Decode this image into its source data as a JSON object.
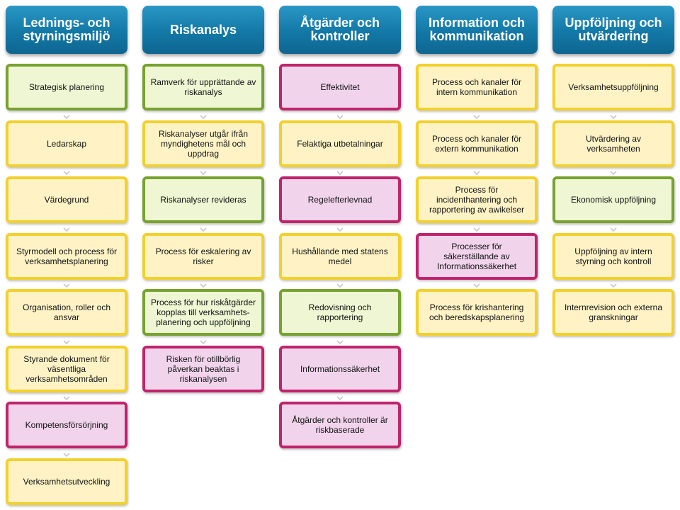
{
  "columns": [
    {
      "title": "Lednings- och styrningsmiljö",
      "items": [
        {
          "label": "Strategisk planering",
          "type": "green"
        },
        {
          "label": "Ledarskap",
          "type": "yellow"
        },
        {
          "label": "Värdegrund",
          "type": "yellow"
        },
        {
          "label": "Styrmodell och process för verksamhetsplanering",
          "type": "yellow"
        },
        {
          "label": "Organisation, roller och ansvar",
          "type": "yellow"
        },
        {
          "label": "Styrande dokument för väsentliga verksamhetsområden",
          "type": "yellow"
        },
        {
          "label": "Kompetensförsörjning",
          "type": "pink"
        },
        {
          "label": "Verksamhetsutveckling",
          "type": "yellow"
        }
      ]
    },
    {
      "title": "Riskanalys",
      "items": [
        {
          "label": "Ramverk för upprättande av riskanalys",
          "type": "green"
        },
        {
          "label": "Riskanalyser utgår ifrån myndighetens mål och uppdrag",
          "type": "yellow"
        },
        {
          "label": "Riskanalyser revideras",
          "type": "green"
        },
        {
          "label": "Process för eskalering av risker",
          "type": "yellow"
        },
        {
          "label": "Process för hur riskåtgärder kopplas till verksamhets-planering och uppföljning",
          "type": "green"
        },
        {
          "label": "Risken för otillbörlig påverkan beaktas i riskanalysen",
          "type": "pink"
        }
      ]
    },
    {
      "title": "Åtgärder och kontroller",
      "items": [
        {
          "label": "Effektivitet",
          "type": "pink"
        },
        {
          "label": "Felaktiga utbetalningar",
          "type": "yellow"
        },
        {
          "label": "Regelefterlevnad",
          "type": "pink"
        },
        {
          "label": "Hushållande med statens medel",
          "type": "yellow"
        },
        {
          "label": "Redovisning och rapportering",
          "type": "green"
        },
        {
          "label": "Informationssäkerhet",
          "type": "pink"
        },
        {
          "label": "Åtgärder och kontroller är riskbaserade",
          "type": "pink"
        }
      ]
    },
    {
      "title": "Information och kommunikation",
      "items": [
        {
          "label": "Process och kanaler för intern kommunikation",
          "type": "yellow"
        },
        {
          "label": "Process och kanaler för extern kommunikation",
          "type": "yellow"
        },
        {
          "label": "Process för incidenthantering och rapportering av awikelser",
          "type": "yellow"
        },
        {
          "label": "Processer för säkerställande av Informationssäkerhet",
          "type": "pink"
        },
        {
          "label": "Process för krishantering och beredskapsplanering",
          "type": "yellow"
        }
      ]
    },
    {
      "title": "Uppföljning och utvärdering",
      "items": [
        {
          "label": "Verksamhetsuppföljning",
          "type": "yellow"
        },
        {
          "label": "Utvärdering av verksamheten",
          "type": "yellow"
        },
        {
          "label": "Ekonomisk uppföljning",
          "type": "green"
        },
        {
          "label": "Uppföljning av intern styrning och kontroll",
          "type": "yellow"
        },
        {
          "label": "Internrevision och externa granskningar",
          "type": "yellow"
        }
      ]
    }
  ]
}
